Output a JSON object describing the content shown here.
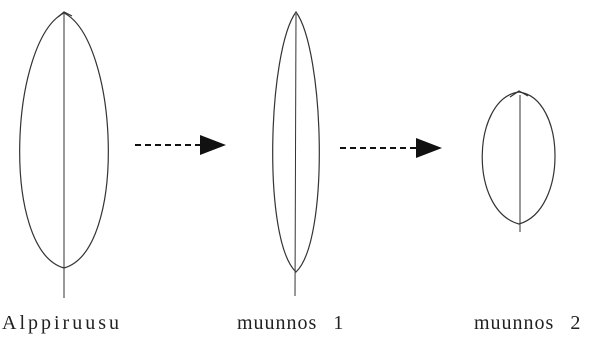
{
  "diagram": {
    "shapes": [
      {
        "id": "leaf-original",
        "label": "Alppiruusu"
      },
      {
        "id": "leaf-variant-1",
        "label": "muunnos  1"
      },
      {
        "id": "leaf-variant-2",
        "label": "muunnos  2"
      }
    ],
    "arrows": [
      {
        "from": "leaf-original",
        "to": "leaf-variant-1",
        "style": "dashed"
      },
      {
        "from": "leaf-variant-1",
        "to": "leaf-variant-2",
        "style": "dashed"
      }
    ],
    "colors": {
      "stroke": "#333333",
      "arrow": "#111111",
      "text": "#222222",
      "background": "#ffffff"
    }
  }
}
